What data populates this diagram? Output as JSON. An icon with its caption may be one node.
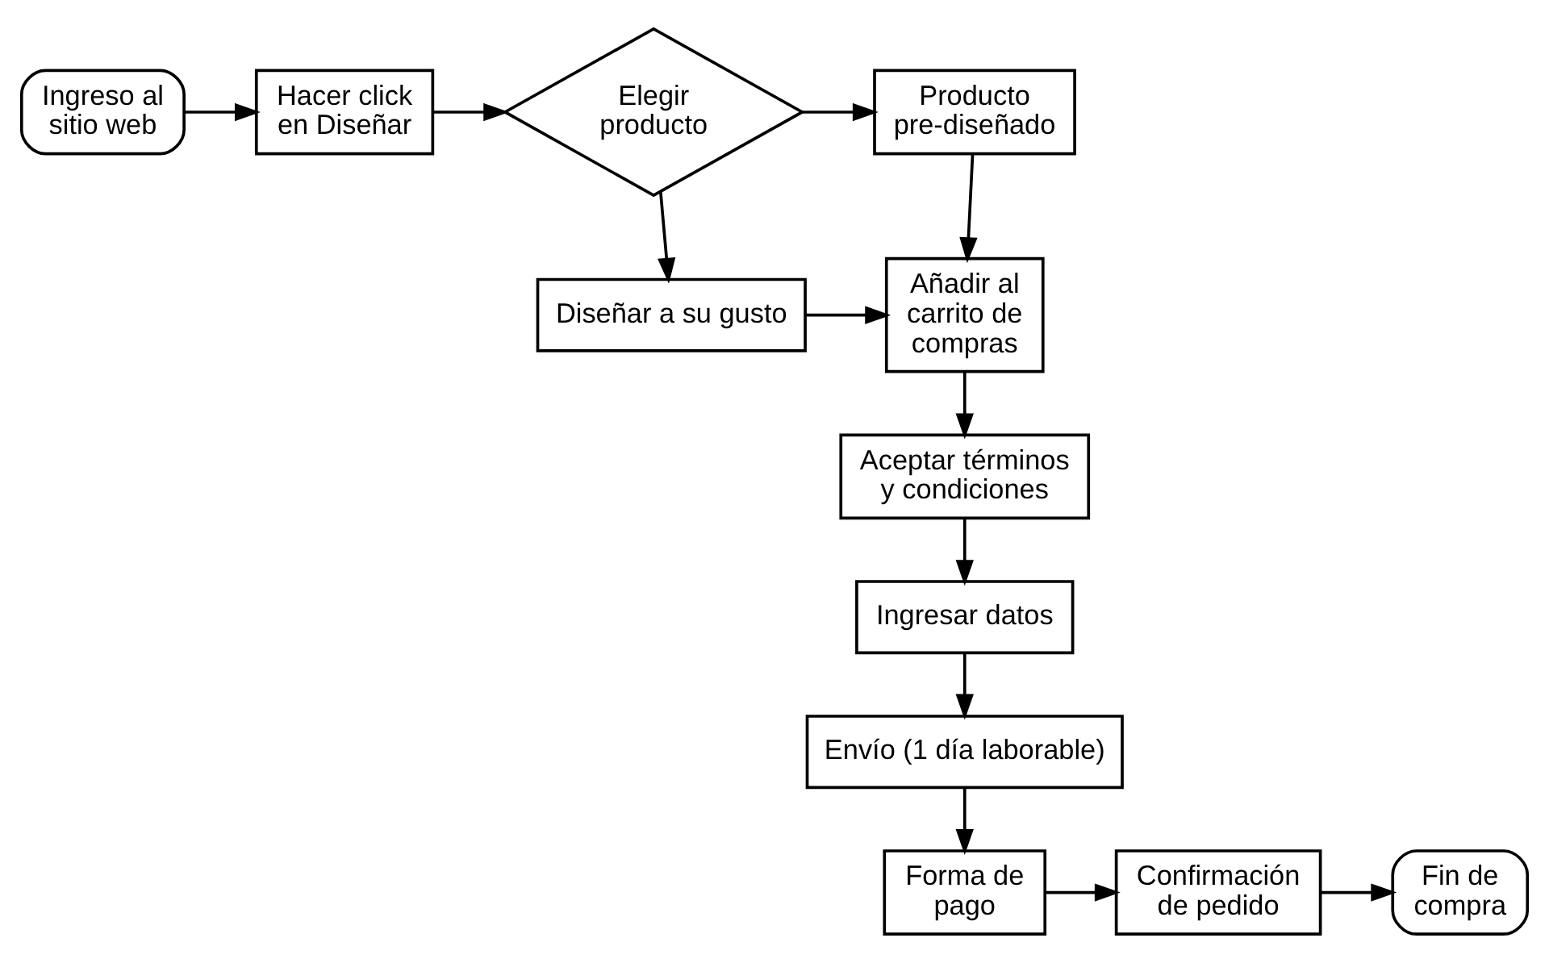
{
  "diagram": {
    "nodes": [
      {
        "text": [
          "Ingreso al sitio web"
        ]
      },
      {
        "text": [
          "Hacer click en Diseñar"
        ]
      },
      {
        "text": [
          "Elegir producto"
        ]
      },
      {
        "text": [
          "Producto pre-diseñado"
        ]
      },
      {
        "text": [
          "Diseñar a su gusto"
        ]
      },
      {
        "text": [
          "Añadir al carrito de compras"
        ]
      },
      {
        "text": [
          "Aceptar términos y condiciones"
        ]
      },
      {
        "text": [
          "Ingresar datos"
        ]
      },
      {
        "text": [
          "Envío (1 día laborable)"
        ]
      },
      {
        "text": [
          "Forma de pago"
        ]
      },
      {
        "text": [
          "Confirmación de pedido"
        ]
      },
      {
        "text": [
          "Fin de compra"
        ]
      }
    ],
    "edges": [
      {
        "from": 0,
        "to": 1,
        "arrow": "to"
      },
      {
        "from": 1,
        "to": 2,
        "arrow": "to"
      },
      {
        "from": 2,
        "to": 3,
        "arrow": "to"
      },
      {
        "from": 2,
        "to": 4,
        "arrow": "to"
      },
      {
        "from": 3,
        "to": 5,
        "arrow": "to"
      },
      {
        "from": 4,
        "to": 5,
        "arrow": "to"
      },
      {
        "from": 5,
        "to": 6,
        "arrow": "to"
      },
      {
        "from": 6,
        "to": 7,
        "arrow": "to"
      },
      {
        "from": 7,
        "to": 8,
        "arrow": "to"
      },
      {
        "from": 8,
        "to": 9,
        "arrow": "to"
      },
      {
        "from": 9,
        "to": 10,
        "arrow": "to"
      },
      {
        "from": 10,
        "to": 11,
        "arrow": "to"
      }
    ]
  }
}
